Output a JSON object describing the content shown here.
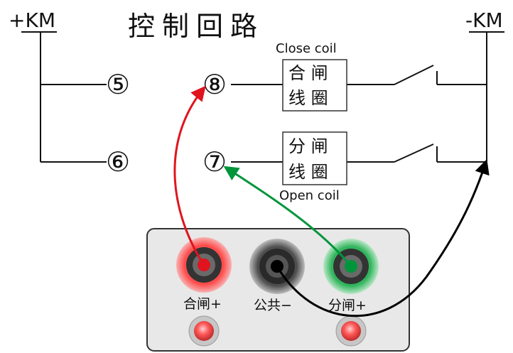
{
  "diagram": {
    "title": "控制回路",
    "pos_bus": "+KM",
    "neg_bus": "-KM",
    "terminals": {
      "t5": "⑤",
      "t6": "⑥",
      "t7": "⑦",
      "t8": "⑧"
    },
    "close_coil": {
      "caption": "Close coil",
      "line1": "合 闸",
      "line2": "线 圈"
    },
    "open_coil": {
      "caption": "Open coil",
      "line1": "分 闸",
      "line2": "线 圈"
    },
    "panel": {
      "close_jack_label": "合闸+",
      "common_jack_label": "公共−",
      "open_jack_label": "分闸+"
    },
    "colors": {
      "close_lead": "#e0141e",
      "open_lead": "#00953b",
      "common_lead": "#000000",
      "panel_bg": "#e8e8e8"
    }
  }
}
